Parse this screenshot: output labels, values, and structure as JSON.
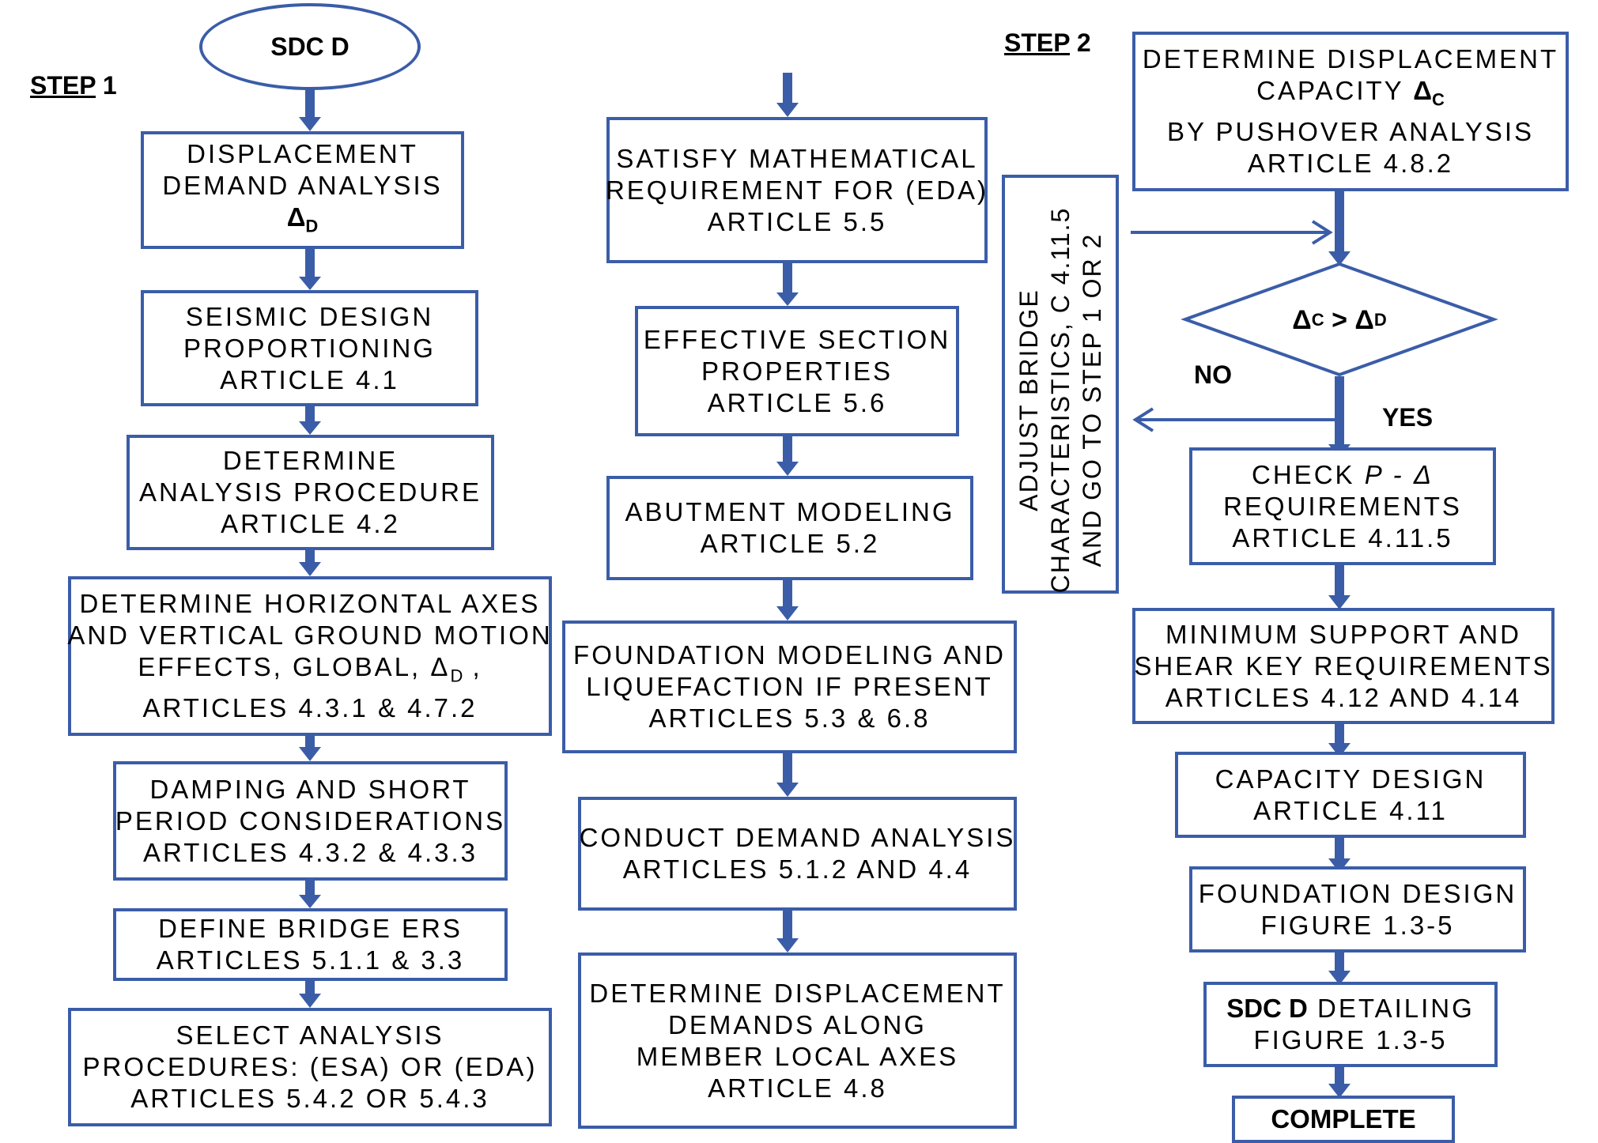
{
  "step1": {
    "label": "STEP",
    "num": "1"
  },
  "step2": {
    "label": "STEP",
    "num": "2"
  },
  "start": "SDC D",
  "col1": [
    {
      "lines": [
        "DISPLACEMENT",
        "DEMAND ANALYSIS"
      ],
      "sym": "Δ",
      "sub": "D"
    },
    {
      "lines": [
        "SEISMIC DESIGN",
        "PROPORTIONING",
        "ARTICLE 4.1"
      ]
    },
    {
      "lines": [
        "DETERMINE",
        "ANALYSIS PROCEDURE",
        "ARTICLE 4.2"
      ]
    },
    {
      "lines": [
        "DETERMINE HORIZONTAL AXES",
        "AND VERTICAL GROUND MOTION"
      ],
      "l3a": "EFFECTS, GLOBAL, Δ",
      "l3sub": "D",
      "l3b": " ,",
      "l4": "ARTICLES 4.3.1 & 4.7.2"
    },
    {
      "lines": [
        "DAMPING AND SHORT",
        "PERIOD CONSIDERATIONS",
        "ARTICLES 4.3.2 & 4.3.3"
      ]
    },
    {
      "lines": [
        "DEFINE BRIDGE ERS",
        "ARTICLES 5.1.1 & 3.3"
      ]
    },
    {
      "lines": [
        "SELECT ANALYSIS",
        "PROCEDURES: (ESA) OR  (EDA)",
        "ARTICLES 5.4.2 OR  5.4.3"
      ]
    }
  ],
  "col2": [
    {
      "lines": [
        "SATISFY MATHEMATICAL",
        "REQUIREMENT FOR (EDA)",
        "ARTICLE 5.5"
      ]
    },
    {
      "lines": [
        "EFFECTIVE SECTION",
        "PROPERTIES",
        "ARTICLE 5.6"
      ]
    },
    {
      "lines": [
        "ABUTMENT MODELING",
        "ARTICLE 5.2"
      ]
    },
    {
      "lines": [
        "FOUNDATION MODELING AND",
        "LIQUEFACTION IF PRESENT",
        "ARTICLES 5.3 & 6.8"
      ]
    },
    {
      "lines": [
        "CONDUCT DEMAND ANALYSIS",
        "ARTICLES 5.1.2 AND 4.4"
      ]
    },
    {
      "lines": [
        "DETERMINE DISPLACEMENT",
        "DEMANDS ALONG",
        "MEMBER LOCAL AXES",
        "ARTICLE 4.8"
      ]
    }
  ],
  "adjust": [
    "ADJUST BRIDGE",
    "CHARACTERISTICS, C 4.11.5",
    "AND GO TO STEP 1 OR 2"
  ],
  "col3": {
    "capacity": {
      "l1": "DETERMINE DISPLACEMENT",
      "l2a": "CAPACITY ",
      "sym": "Δ",
      "sub": "C",
      "l3": "BY PUSHOVER ANALYSIS",
      "l4": "ARTICLE 4.8.2"
    },
    "diamond": {
      "a": "Δ",
      "asub": "C",
      "op": " > ",
      "b": "Δ",
      "bsub": "D"
    },
    "no": "NO",
    "yes": "YES",
    "pdelta": {
      "l1a": "CHECK ",
      "l1b": "P - Δ",
      "l2": "REQUIREMENTS",
      "l3": "ARTICLE 4.11.5"
    },
    "support": [
      "MINIMUM SUPPORT AND",
      "SHEAR KEY REQUIREMENTS",
      "ARTICLES 4.12 AND 4.14"
    ],
    "capdesign": [
      "CAPACITY DESIGN",
      "ARTICLE 4.11"
    ],
    "foundation": [
      "FOUNDATION DESIGN",
      "FIGURE 1.3-5"
    ],
    "detailing": {
      "bold": "SDC D",
      "rest": " DETAILING",
      "l2": "FIGURE 1.3-5"
    },
    "complete": "COMPLETE"
  }
}
